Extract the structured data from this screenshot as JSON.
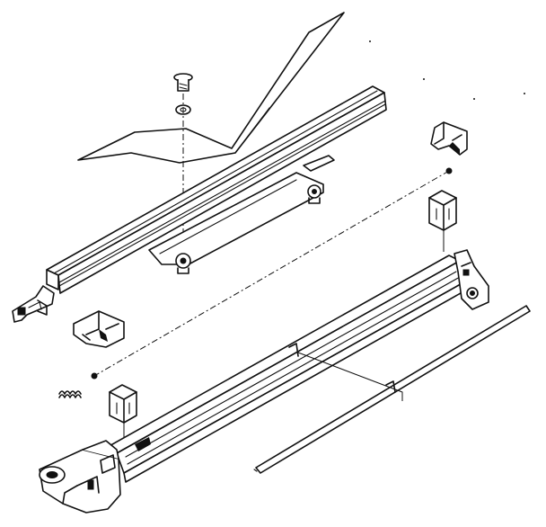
{
  "diagram": {
    "type": "exploded-parts-view",
    "colors": {
      "ink": "#111111",
      "paper": "#ffffff"
    },
    "parts": [
      "cover-sheet",
      "screw",
      "washer",
      "upper-rail",
      "mounting-bracket",
      "right-clip",
      "right-pad",
      "left-clip",
      "spring",
      "lower-rail",
      "left-pad",
      "left-end-housing",
      "right-end-bracket",
      "wire-rod"
    ]
  }
}
